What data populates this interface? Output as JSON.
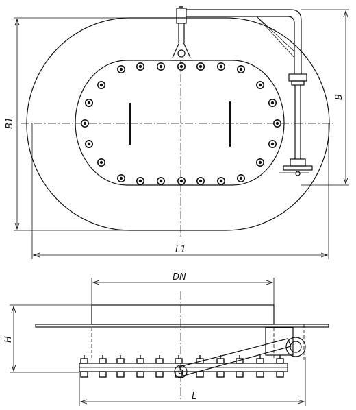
{
  "drawing": {
    "top_view": {
      "dim_b1": "B1",
      "dim_b": "B",
      "dim_l1": "L1"
    },
    "side_view": {
      "dim_dn": "DN",
      "dim_h": "H",
      "dim_l": "L"
    }
  }
}
